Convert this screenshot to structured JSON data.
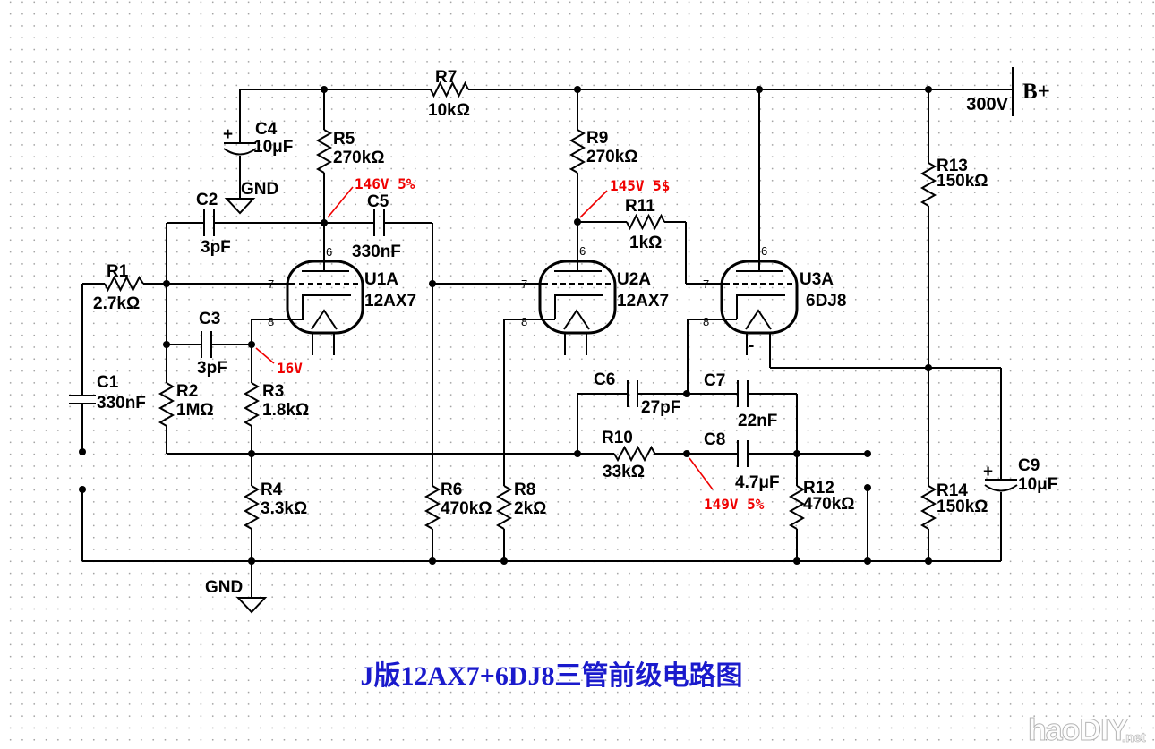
{
  "title": {
    "text": "J版12AX7+6DJ8三管前级电路图"
  },
  "power": {
    "label": "B+",
    "voltage": "300V"
  },
  "grounds": {
    "top": "GND",
    "bottom": "GND"
  },
  "tubes": {
    "U1A": {
      "ref": "U1A",
      "model": "12AX7",
      "pins": {
        "plate": "6",
        "grid": "7",
        "cathode": "8"
      }
    },
    "U2A": {
      "ref": "U2A",
      "model": "12AX7",
      "pins": {
        "plate": "6",
        "grid": "7",
        "cathode": "8"
      }
    },
    "U3A": {
      "ref": "U3A",
      "model": "6DJ8",
      "pins": {
        "plate": "6",
        "grid": "7",
        "cathode": "8"
      },
      "heater_mark": "-"
    }
  },
  "resistors": {
    "R1": {
      "ref": "R1",
      "value": "2.7kΩ"
    },
    "R2": {
      "ref": "R2",
      "value": "1MΩ"
    },
    "R3": {
      "ref": "R3",
      "value": "1.8kΩ"
    },
    "R4": {
      "ref": "R4",
      "value": "3.3kΩ"
    },
    "R5": {
      "ref": "R5",
      "value": "270kΩ"
    },
    "R6": {
      "ref": "R6",
      "value": "470kΩ"
    },
    "R7": {
      "ref": "R7",
      "value": "10kΩ"
    },
    "R8": {
      "ref": "R8",
      "value": "2kΩ"
    },
    "R9": {
      "ref": "R9",
      "value": "270kΩ"
    },
    "R10": {
      "ref": "R10",
      "value": "33kΩ"
    },
    "R11": {
      "ref": "R11",
      "value": "1kΩ"
    },
    "R12": {
      "ref": "R12",
      "value": "470kΩ"
    },
    "R13": {
      "ref": "R13",
      "value": "150kΩ"
    },
    "R14": {
      "ref": "R14",
      "value": "150kΩ"
    }
  },
  "capacitors": {
    "C1": {
      "ref": "C1",
      "value": "330nF"
    },
    "C2": {
      "ref": "C2",
      "value": "3pF"
    },
    "C3": {
      "ref": "C3",
      "value": "3pF"
    },
    "C4": {
      "ref": "C4",
      "value": "10μF",
      "polarity": "+"
    },
    "C5": {
      "ref": "C5",
      "value": "330nF"
    },
    "C6": {
      "ref": "C6",
      "value": "27pF"
    },
    "C7": {
      "ref": "C7",
      "value": "22nF"
    },
    "C8": {
      "ref": "C8",
      "value": "4.7μF"
    },
    "C9": {
      "ref": "C9",
      "value": "10μF",
      "polarity": "+"
    }
  },
  "voltage_callouts": {
    "u1a_plate": {
      "text": "146V 5%"
    },
    "u2a_plate": {
      "text": "145V 5$"
    },
    "u1a_cathode": {
      "text": "16V"
    },
    "u3a_cathode": {
      "text": "149V 5%"
    }
  },
  "watermark": {
    "brand": "haoDIY",
    "tld": ".net"
  },
  "colors": {
    "callout_red": "#f00000",
    "title_blue": "#1a1acc",
    "wire_black": "#000000"
  }
}
